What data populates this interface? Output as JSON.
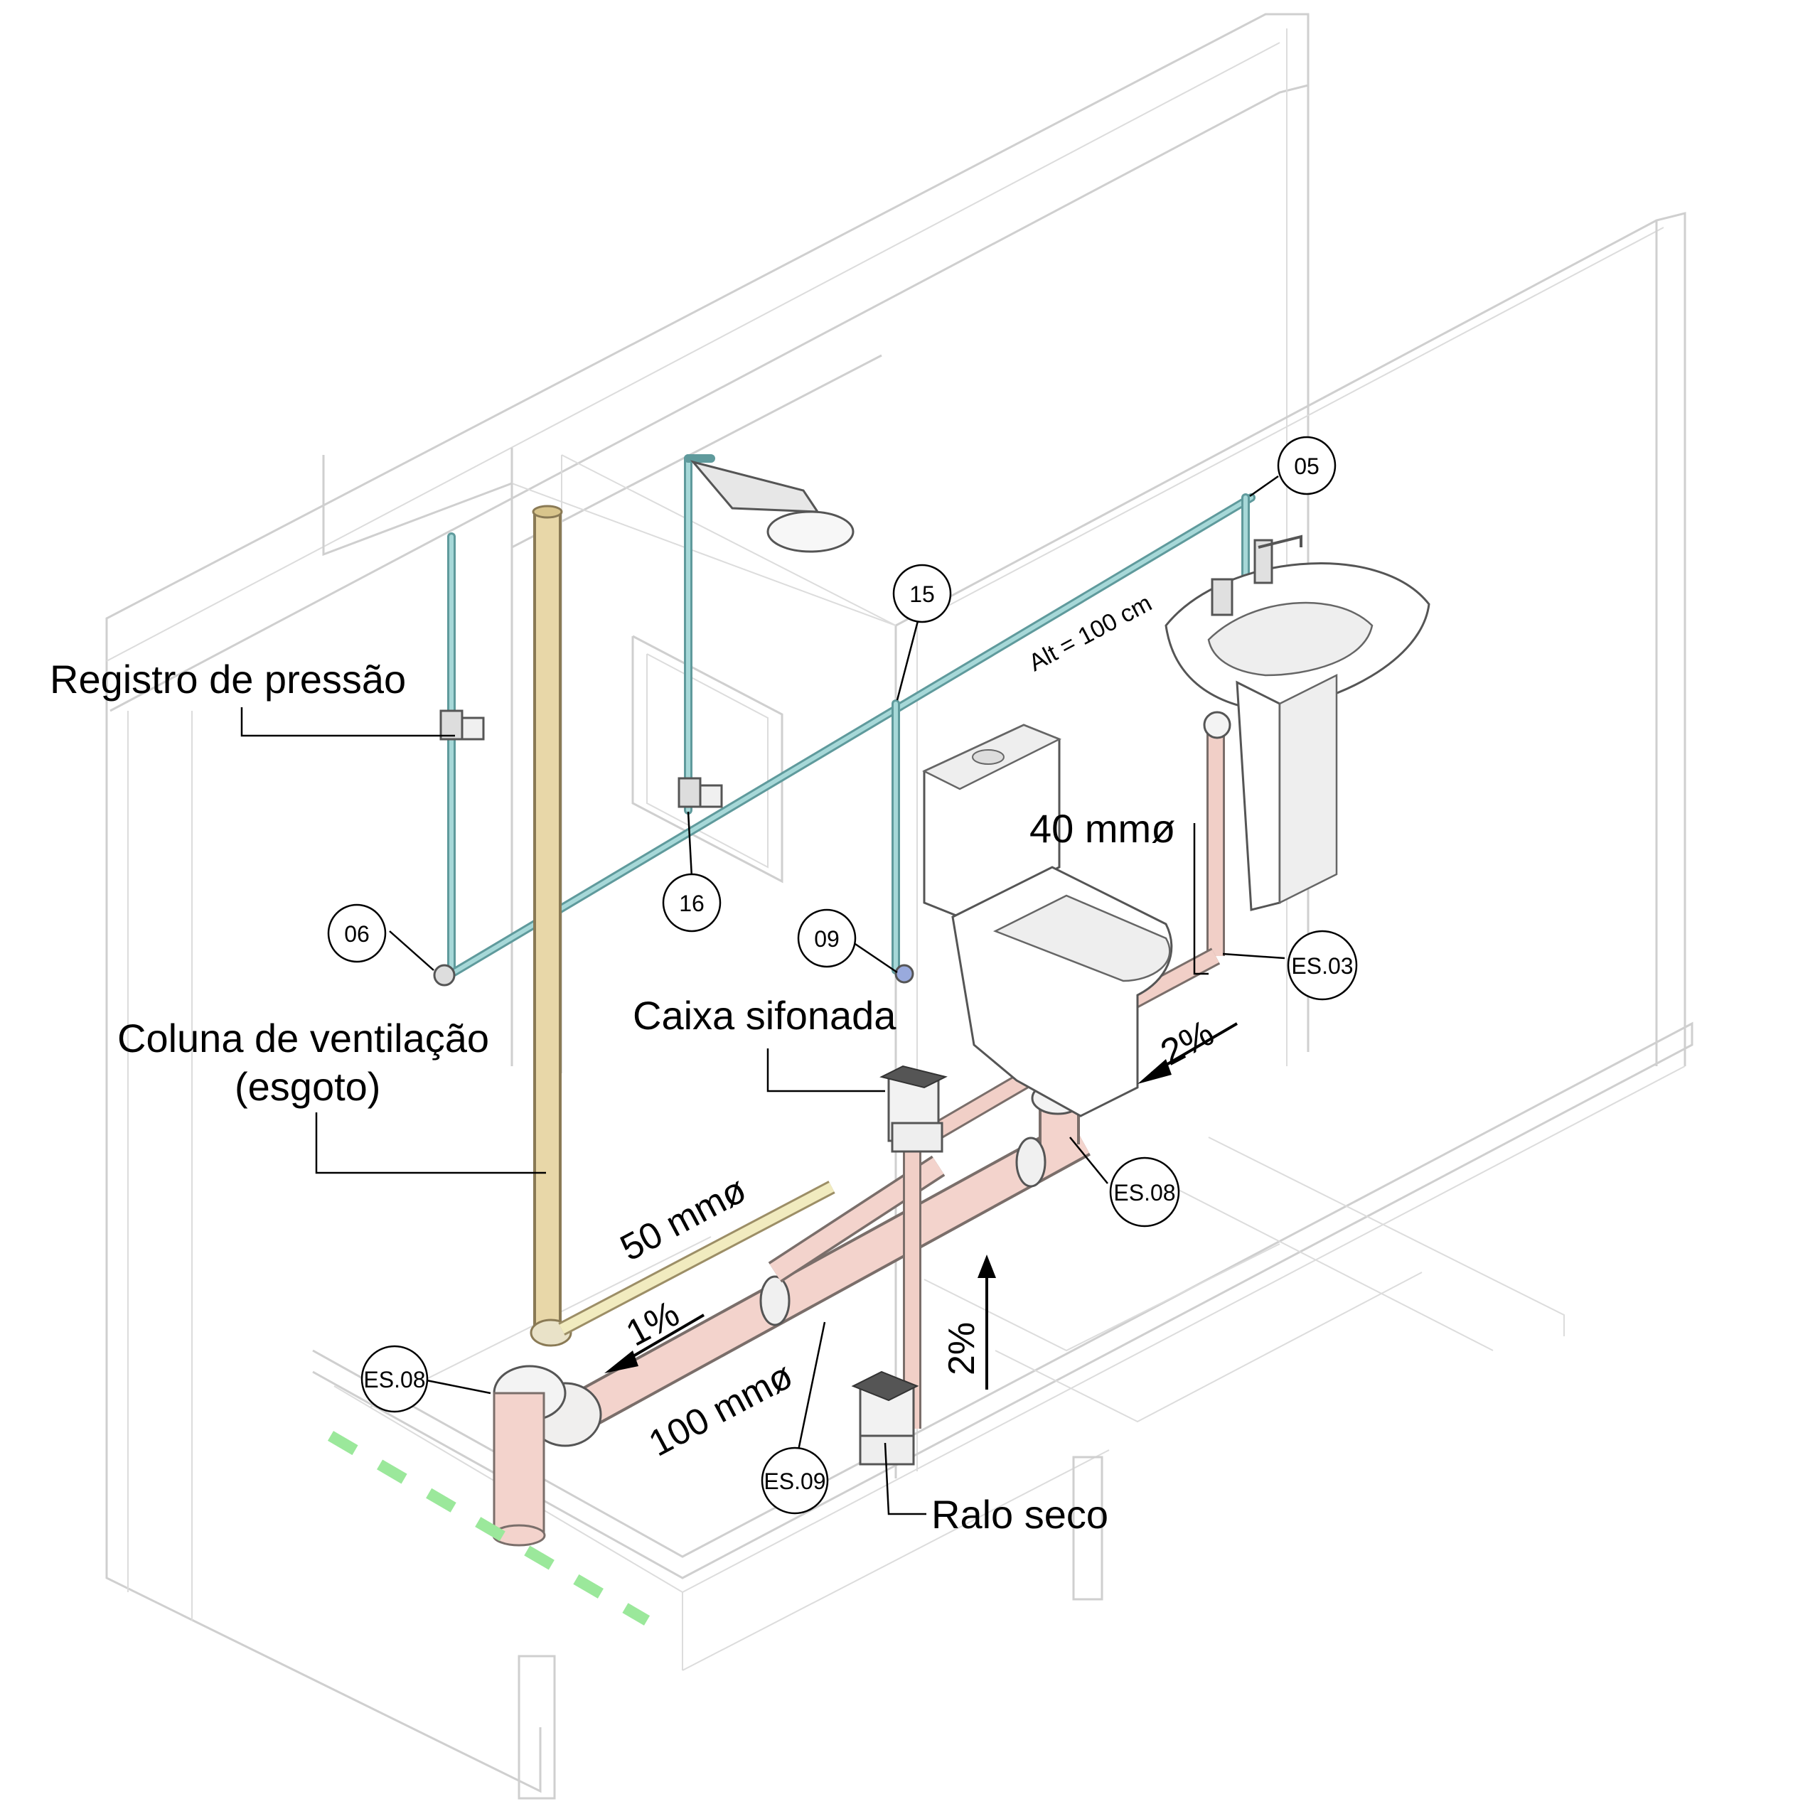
{
  "labels": {
    "registro": "Registro de pressão",
    "coluna_line1": "Coluna de ventilação",
    "coluna_line2": "(esgoto)",
    "caixa": "Caixa sifonada",
    "ralo": "Ralo seco",
    "d40": "40 mmø",
    "d50": "50 mmø",
    "d100": "100 mmø",
    "slope_1": "1%",
    "slope_2a": "2%",
    "slope_2b": "2%",
    "alt": "Alt = 100 cm"
  },
  "bubbles": {
    "b05": "05",
    "b06": "06",
    "b09": "09",
    "b15": "15",
    "b16": "16",
    "es03": "ES.03",
    "es08_right": "ES.08",
    "es08_left": "ES.08",
    "es09": "ES.09"
  },
  "colors": {
    "water_pipe": "#a6d8d8",
    "sewer_pipe": "#f3d3cc",
    "vent_pipe": "#e8d7a8",
    "dashed_marker": "#9be89b"
  }
}
